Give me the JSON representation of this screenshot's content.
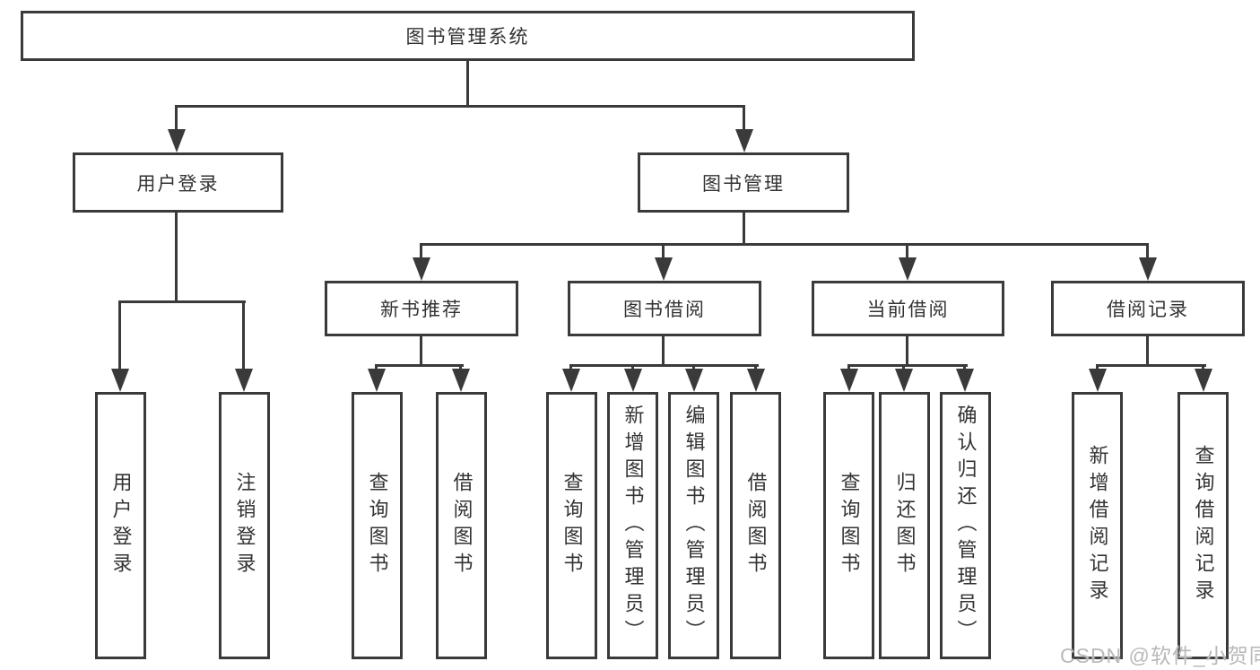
{
  "diagram": {
    "type": "tree",
    "root": "图书管理系统",
    "children": [
      {
        "label": "用户登录",
        "children": [
          {
            "label": "用户登录"
          },
          {
            "label": "注销登录"
          }
        ]
      },
      {
        "label": "图书管理",
        "children": [
          {
            "label": "新书推荐",
            "children": [
              {
                "label": "查询图书"
              },
              {
                "label": "借阅图书"
              }
            ]
          },
          {
            "label": "图书借阅",
            "children": [
              {
                "label": "查询图书"
              },
              {
                "label": "新增图书（管理员）"
              },
              {
                "label": "编辑图书（管理员）"
              },
              {
                "label": "借阅图书"
              }
            ]
          },
          {
            "label": "当前借阅",
            "children": [
              {
                "label": "查询图书"
              },
              {
                "label": "归还图书"
              },
              {
                "label": "确认归还（管理员）"
              }
            ]
          },
          {
            "label": "借阅记录",
            "children": [
              {
                "label": "新增借阅记录"
              },
              {
                "label": "查询借阅记录"
              }
            ]
          }
        ]
      }
    ]
  },
  "watermark": "CSDN @软件_小贺同学",
  "colors": {
    "line": "#3a3a3a",
    "text": "#333333",
    "watermark": "#b9b9b9",
    "background": "#ffffff"
  }
}
